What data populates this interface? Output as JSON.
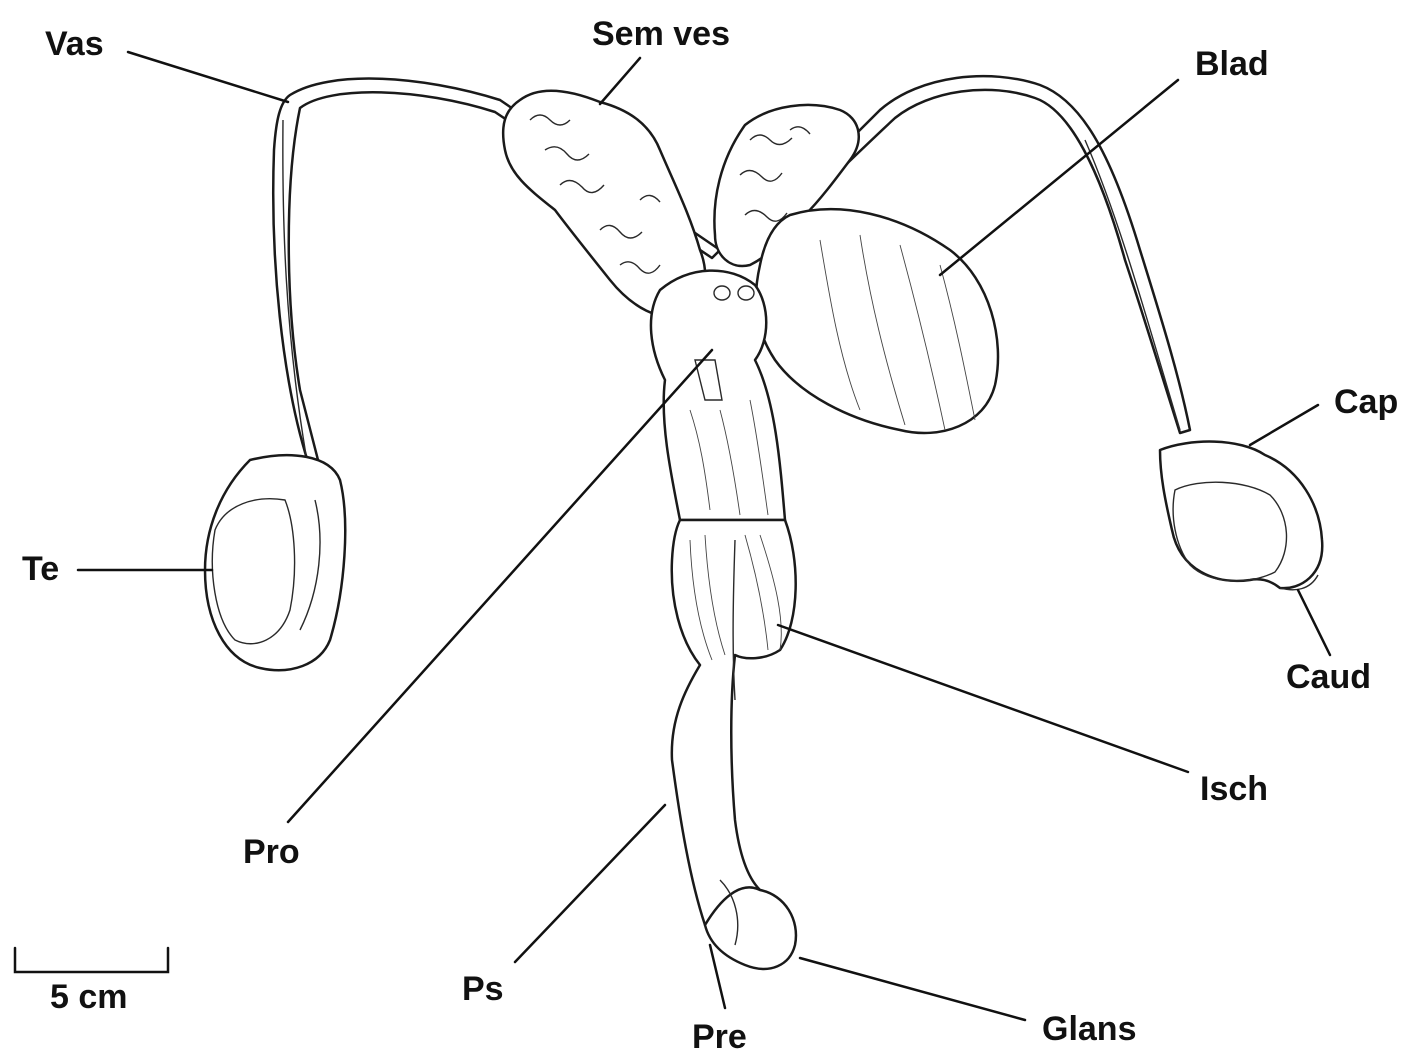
{
  "labels": {
    "vas": "Vas",
    "sem_ves": "Sem ves",
    "blad": "Blad",
    "te": "Te",
    "cap": "Cap",
    "caud": "Caud",
    "isch": "Isch",
    "pro": "Pro",
    "ps": "Ps",
    "pre": "Pre",
    "glans": "Glans"
  },
  "scale_bar": {
    "label": "5 cm"
  },
  "colors": {
    "ink": "#111111",
    "paper": "#ffffff"
  }
}
